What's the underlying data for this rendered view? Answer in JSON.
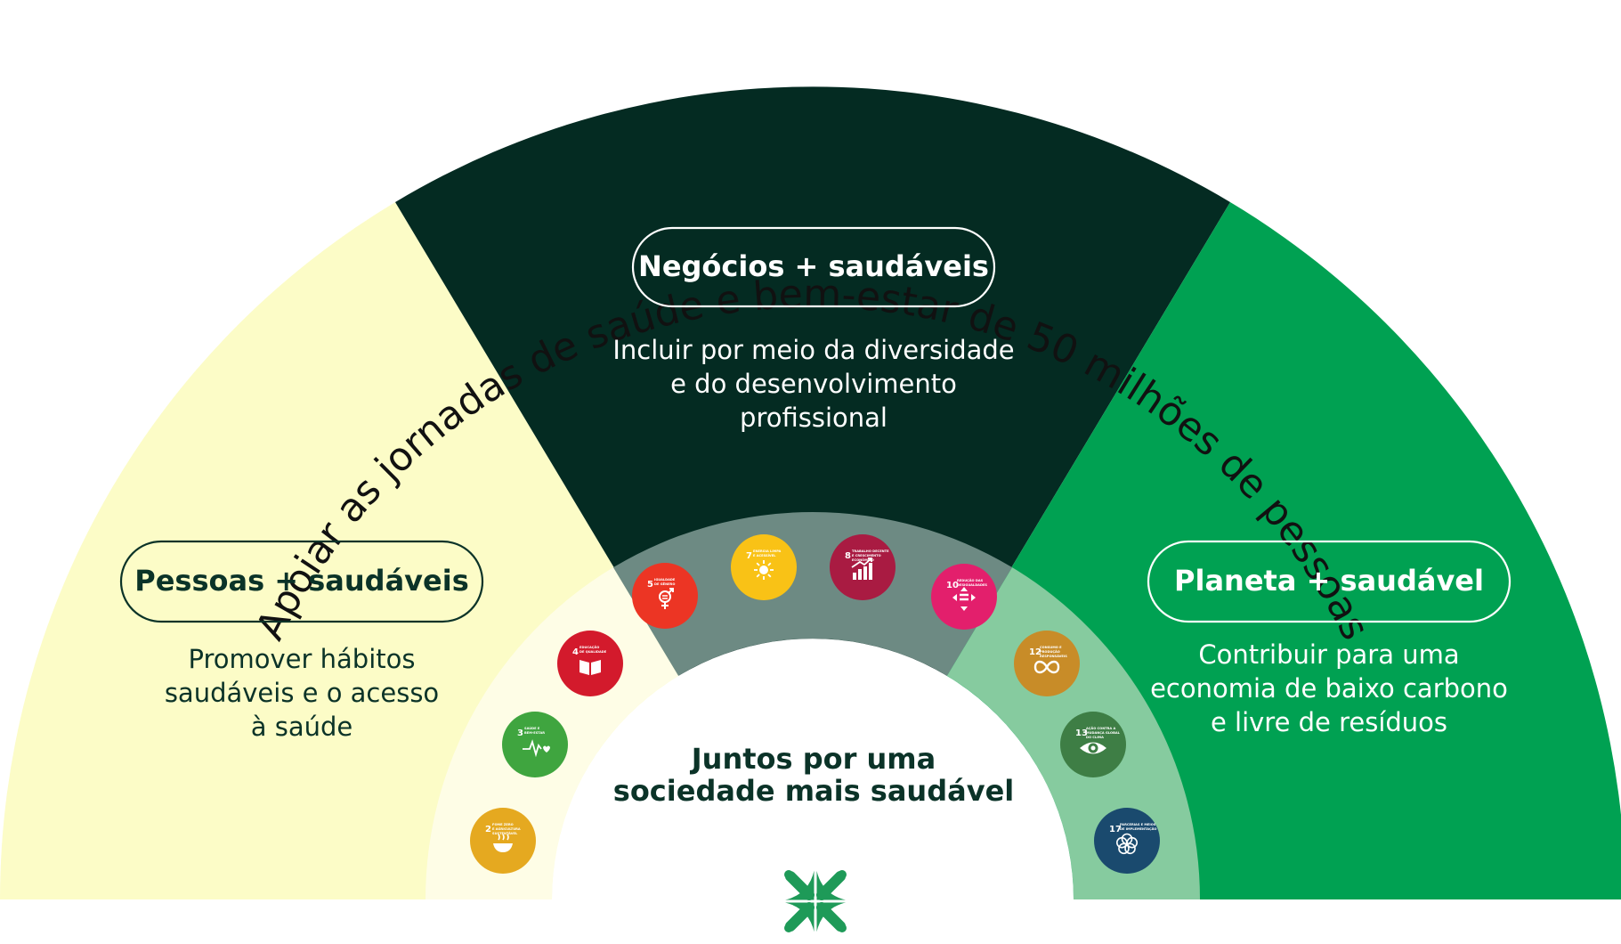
{
  "headline": "Apoiar as jornadas de saúde e bem-estar de 50 milhões de pessoas",
  "center": {
    "line1": "Juntos por uma",
    "line2": "sociedade mais saudável"
  },
  "sectors": {
    "pessoas": {
      "pill": "Pessoas + saudáveis",
      "lines": [
        "Promover hábitos",
        "saudáveis e o acesso",
        "à saúde"
      ]
    },
    "negocios": {
      "pill": "Negócios + saudáveis",
      "lines": [
        "Incluir por meio da diversidade",
        "e do desenvolvimento",
        "profissional"
      ]
    },
    "planeta": {
      "pill": "Planeta + saudável",
      "lines": [
        "Contribuir para uma",
        "economia de baixo carbono",
        "e livre de resíduos"
      ]
    }
  },
  "sdgs": [
    {
      "number": "2",
      "label": [
        "FOME ZERO",
        "E AGRICULTURA",
        "SUSTENTÁVEL"
      ],
      "color": "#E5A920",
      "icon": "bowl-icon"
    },
    {
      "number": "3",
      "label": [
        "SAÚDE E",
        "BEM-ESTAR"
      ],
      "color": "#3FA53F",
      "icon": "heartbeat-icon"
    },
    {
      "number": "4",
      "label": [
        "EDUCAÇÃO",
        "DE QUALIDADE"
      ],
      "color": "#D31A2C",
      "icon": "book-icon"
    },
    {
      "number": "5",
      "label": [
        "IGUALDADE",
        "DE GÊNERO"
      ],
      "color": "#EC3524",
      "icon": "gender-icon"
    },
    {
      "number": "7",
      "label": [
        "ENERGIA LIMPA",
        "E ACESSÍVEL"
      ],
      "color": "#F9C216",
      "icon": "sun-icon"
    },
    {
      "number": "8",
      "label": [
        "TRABALHO DECENTE",
        "E CRESCIMENTO",
        "ECONÔMICO"
      ],
      "color": "#A91B42",
      "icon": "growth-chart-icon"
    },
    {
      "number": "10",
      "label": [
        "REDUÇÃO DAS",
        "DESIGUALDADES"
      ],
      "color": "#E31F6C",
      "icon": "equality-icon"
    },
    {
      "number": "12",
      "label": [
        "CONSUMO E",
        "PRODUÇÃO",
        "RESPONSÁVEIS"
      ],
      "color": "#C88C28",
      "icon": "infinity-icon"
    },
    {
      "number": "13",
      "label": [
        "AÇÃO CONTRA A",
        "MUDANÇA GLOBAL",
        "DO CLIMA"
      ],
      "color": "#3E7E45",
      "icon": "eye-globe-icon"
    },
    {
      "number": "17",
      "label": [
        "PARCERIAS E MEIOS",
        "DE IMPLEMENTAÇÃO"
      ],
      "color": "#1A4A6E",
      "icon": "flower-icon"
    }
  ],
  "colors": {
    "yellow": "#FCFCC7",
    "dark": "#042B22",
    "green": "#00A152",
    "ring_left": "#FEFDE6",
    "ring_middle": "#6D8A83",
    "ring_right": "#86CB9F",
    "logo": "#1E9A58",
    "text_dark": "#0B3328"
  }
}
